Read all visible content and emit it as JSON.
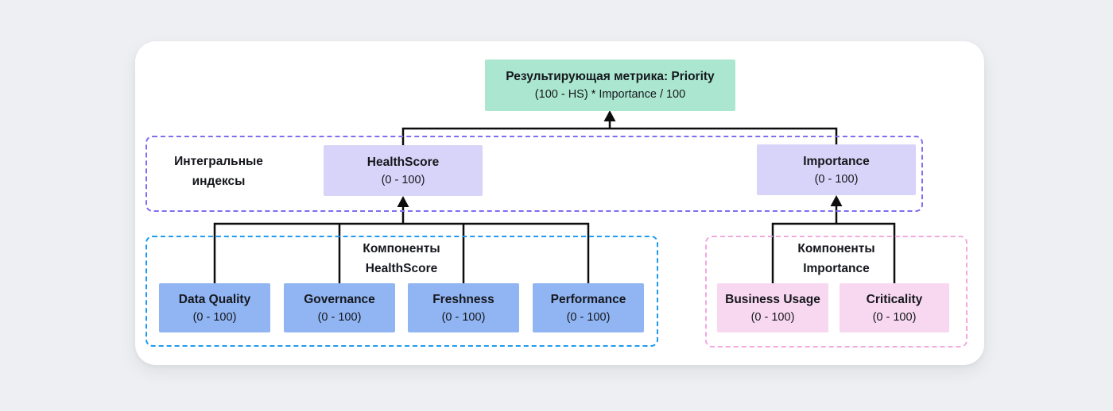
{
  "colors": {
    "page_bg": "#edeff2",
    "card_bg": "#ffffff",
    "text_color": "#15171c",
    "line_color": "#0d0d0d",
    "result_box_bg": "#abe7d0",
    "integral_border": "#7d6ef0",
    "integral_box_bg": "#d8d3f8",
    "hs_border": "#1d9bf0",
    "hs_box_bg": "#91b5f3",
    "imp_border": "#f3a9e1",
    "imp_box_bg": "#f8d8f0"
  },
  "result_box": {
    "title": "Результирующая метрика: Priority",
    "formula": "(100 - HS) * Importance / 100"
  },
  "integral_section": {
    "label_line1": "Интегральные",
    "label_line2": "индексы",
    "boxes": [
      {
        "title": "HealthScore",
        "range": "(0 - 100)"
      },
      {
        "title": "Importance",
        "range": "(0 - 100)"
      }
    ]
  },
  "healthscore_components": {
    "label_line1": "Компоненты",
    "label_line2": "HealthScore",
    "boxes": [
      {
        "title": "Data Quality",
        "range": "(0 - 100)"
      },
      {
        "title": "Governance",
        "range": "(0 - 100)"
      },
      {
        "title": "Freshness",
        "range": "(0 - 100)"
      },
      {
        "title": "Performance",
        "range": "(0 - 100)"
      }
    ]
  },
  "importance_components": {
    "label_line1": "Компоненты",
    "label_line2": "Importance",
    "boxes": [
      {
        "title": "Business Usage",
        "range": "(0 - 100)"
      },
      {
        "title": "Criticality",
        "range": "(0 - 100)"
      }
    ]
  }
}
